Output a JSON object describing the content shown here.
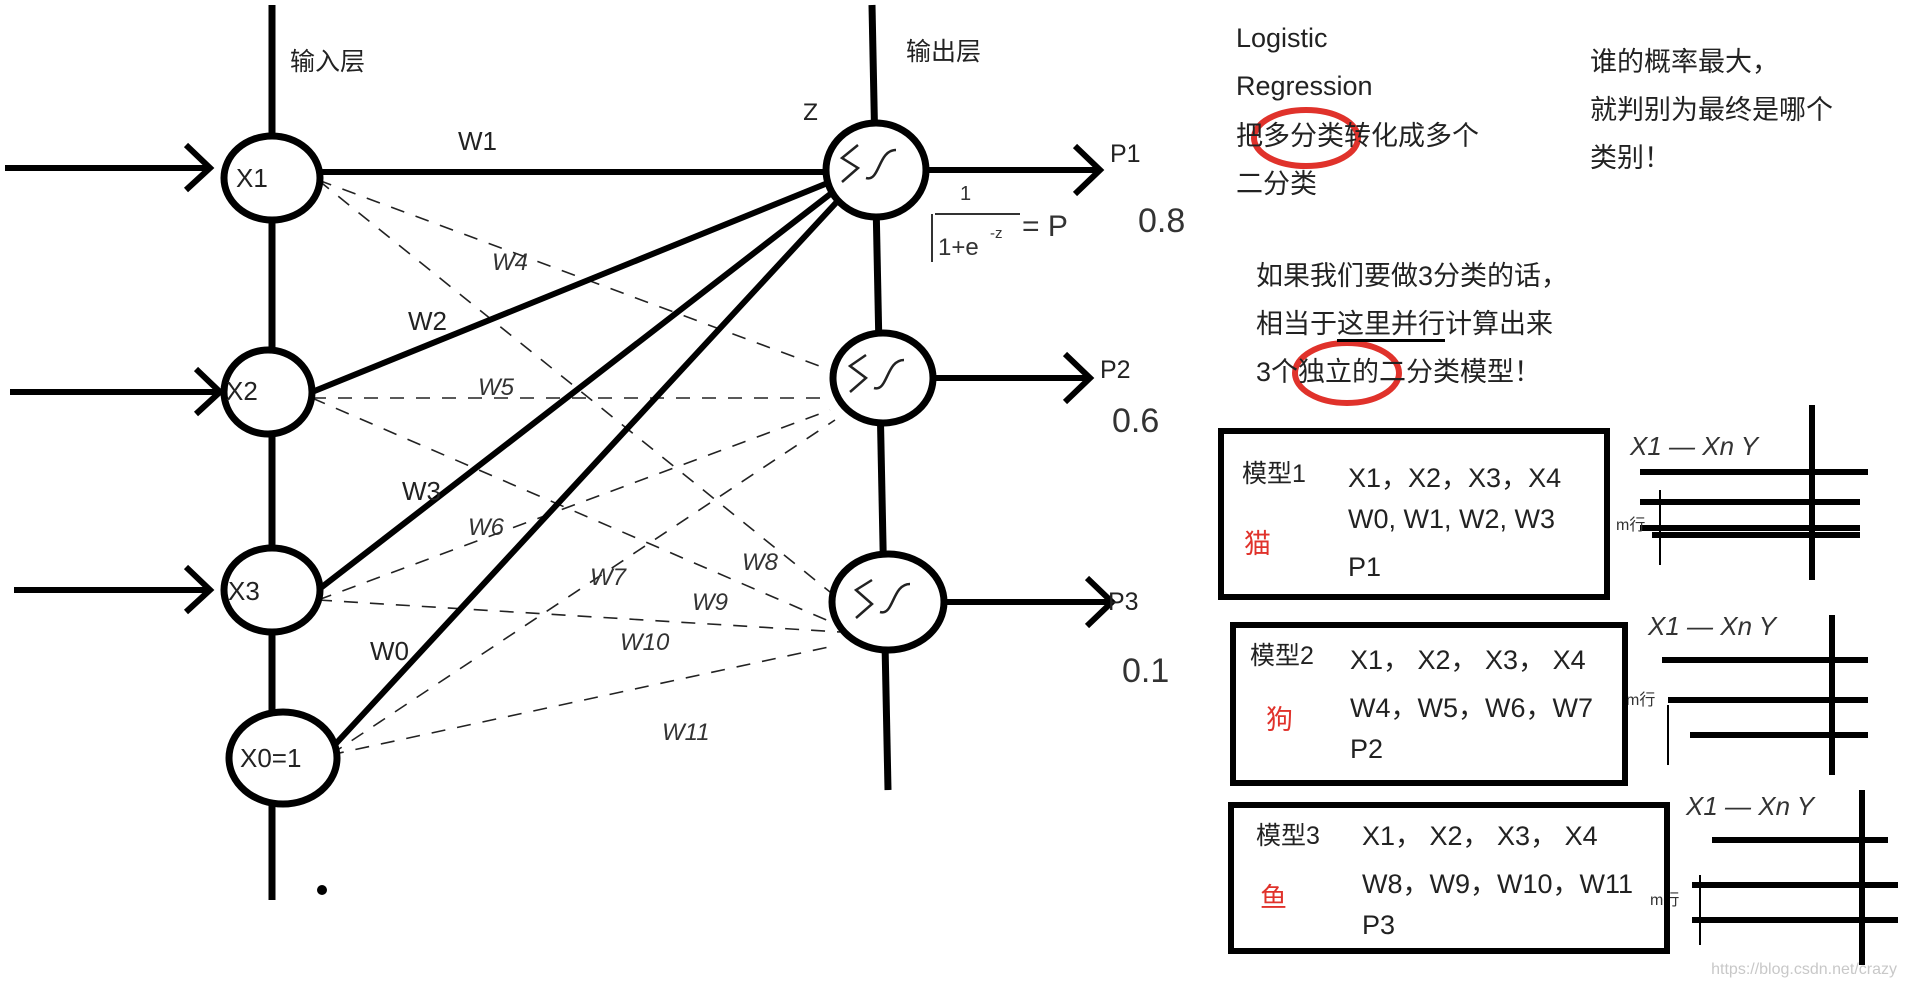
{
  "diagram": {
    "input_layer_label": "输入层",
    "output_layer_label": "输出层",
    "inputs": [
      "X1",
      "X2",
      "X3",
      "X0=1"
    ],
    "solid_weights": [
      "W1",
      "W2",
      "W3",
      "W0"
    ],
    "handwritten_weights": [
      "W4",
      "W5",
      "W6",
      "W7",
      "W8",
      "W9",
      "W10",
      "W11"
    ],
    "z_label": "Z",
    "outputs": [
      "P1",
      "P2",
      "P3"
    ],
    "output_values": [
      "0.8",
      "0.6",
      "0.1"
    ],
    "sigmoid_formula": {
      "numerator": "1",
      "denominator": "1+e",
      "exponent": "-z",
      "result": "= P"
    }
  },
  "notes": {
    "title_line1": "Logistic",
    "title_line2": "Regression",
    "convert_prefix": "把",
    "convert_circled": "多分类",
    "convert_suffix": "转化成多个",
    "convert_line2": "二分类",
    "prob_line1": "谁的概率最大，",
    "prob_line2": "就判别为最终是哪个",
    "prob_line3": "类别！",
    "parallel_line1": "如果我们要做3分类的话，",
    "parallel_line2_a": "相当于",
    "parallel_line2_b": "这里",
    "parallel_line2_c": "并行",
    "parallel_line2_d": "计算出来",
    "parallel_line3_a": "3个",
    "parallel_line3_circled": "独立的",
    "parallel_line3_c": "二分类模型！"
  },
  "models": [
    {
      "label": "模型1",
      "animal": "猫",
      "features": "X1，X2，X3，X4",
      "weights": "W0, W1, W2, W3",
      "output": "P1"
    },
    {
      "label": "模型2",
      "animal": "狗",
      "features": "X1， X2， X3， X4",
      "weights": "W4，W5，W6，W7",
      "output": "P2"
    },
    {
      "label": "模型3",
      "animal": "鱼",
      "features": "X1， X2， X3， X4",
      "weights": "W8，W9，W10，W11",
      "output": "P3"
    }
  ],
  "table_sketch": {
    "header": "X1 — Xn  Y",
    "rows_label": "m行"
  },
  "watermark": "https://blog.csdn.net/crazy"
}
